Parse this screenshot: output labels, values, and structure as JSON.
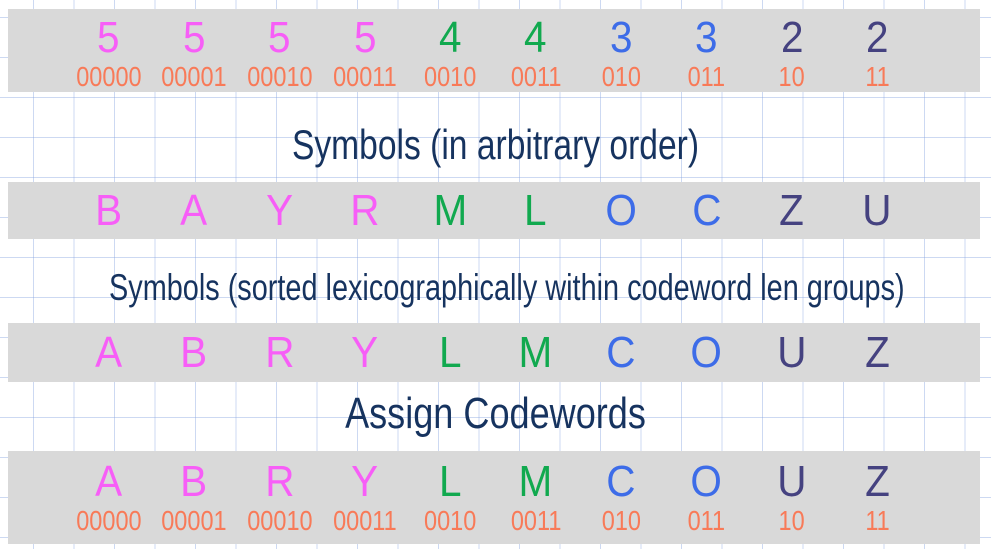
{
  "colors": {
    "band_background": "#D9D9D9",
    "codeword": "#F87A58",
    "len5_magenta": "#F75EF7",
    "len4_green": "#11A94F",
    "len3_blue": "#3D6CE8",
    "len2_navy": "#454280",
    "title_navy": "#16335F",
    "grid_line": "#A7C0E6"
  },
  "titles": {
    "arbitrary": "Symbols (in arbitrary order)",
    "sorted": "Symbols (sorted lexicographically within codeword len groups)",
    "assign": "Assign Codewords"
  },
  "bands": {
    "lengths": {
      "items": [
        {
          "symbol": "5",
          "code": "00000",
          "color": "#F75EF7"
        },
        {
          "symbol": "5",
          "code": "00001",
          "color": "#F75EF7"
        },
        {
          "symbol": "5",
          "code": "00010",
          "color": "#F75EF7"
        },
        {
          "symbol": "5",
          "code": "00011",
          "color": "#F75EF7"
        },
        {
          "symbol": "4",
          "code": "0010",
          "color": "#11A94F"
        },
        {
          "symbol": "4",
          "code": "0011",
          "color": "#11A94F"
        },
        {
          "symbol": "3",
          "code": "010",
          "color": "#3D6CE8"
        },
        {
          "symbol": "3",
          "code": "011",
          "color": "#3D6CE8"
        },
        {
          "symbol": "2",
          "code": "10",
          "color": "#454280"
        },
        {
          "symbol": "2",
          "code": "11",
          "color": "#454280"
        }
      ]
    },
    "arbitrary": {
      "items": [
        {
          "symbol": "B",
          "color": "#F75EF7"
        },
        {
          "symbol": "A",
          "color": "#F75EF7"
        },
        {
          "symbol": "Y",
          "color": "#F75EF7"
        },
        {
          "symbol": "R",
          "color": "#F75EF7"
        },
        {
          "symbol": "M",
          "color": "#11A94F"
        },
        {
          "symbol": "L",
          "color": "#11A94F"
        },
        {
          "symbol": "O",
          "color": "#3D6CE8"
        },
        {
          "symbol": "C",
          "color": "#3D6CE8"
        },
        {
          "symbol": "Z",
          "color": "#454280"
        },
        {
          "symbol": "U",
          "color": "#454280"
        }
      ]
    },
    "sorted": {
      "items": [
        {
          "symbol": "A",
          "color": "#F75EF7"
        },
        {
          "symbol": "B",
          "color": "#F75EF7"
        },
        {
          "symbol": "R",
          "color": "#F75EF7"
        },
        {
          "symbol": "Y",
          "color": "#F75EF7"
        },
        {
          "symbol": "L",
          "color": "#11A94F"
        },
        {
          "symbol": "M",
          "color": "#11A94F"
        },
        {
          "symbol": "C",
          "color": "#3D6CE8"
        },
        {
          "symbol": "O",
          "color": "#3D6CE8"
        },
        {
          "symbol": "U",
          "color": "#454280"
        },
        {
          "symbol": "Z",
          "color": "#454280"
        }
      ]
    },
    "assigned": {
      "items": [
        {
          "symbol": "A",
          "code": "00000",
          "color": "#F75EF7"
        },
        {
          "symbol": "B",
          "code": "00001",
          "color": "#F75EF7"
        },
        {
          "symbol": "R",
          "code": "00010",
          "color": "#F75EF7"
        },
        {
          "symbol": "Y",
          "code": "00011",
          "color": "#F75EF7"
        },
        {
          "symbol": "L",
          "code": "0010",
          "color": "#11A94F"
        },
        {
          "symbol": "M",
          "code": "0011",
          "color": "#11A94F"
        },
        {
          "symbol": "C",
          "code": "010",
          "color": "#3D6CE8"
        },
        {
          "symbol": "O",
          "code": "011",
          "color": "#3D6CE8"
        },
        {
          "symbol": "U",
          "code": "10",
          "color": "#454280"
        },
        {
          "symbol": "Z",
          "code": "11",
          "color": "#454280"
        }
      ]
    }
  }
}
